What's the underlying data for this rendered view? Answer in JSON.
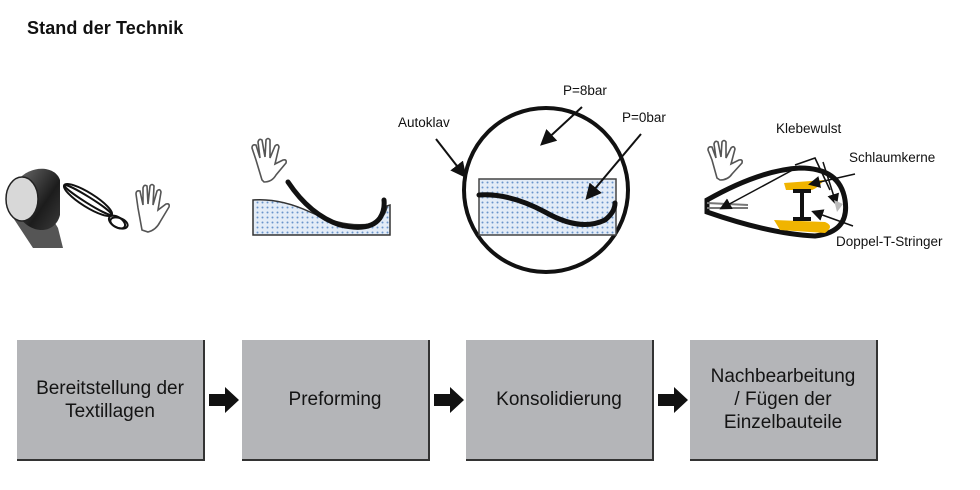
{
  "title": "Stand der Technik",
  "illustrations": {
    "stage1": {
      "icons": [
        "tape-roll-icon",
        "scissors-icon",
        "hand-icon"
      ]
    },
    "stage2": {
      "icons": [
        "hand-icon",
        "preform-mold-icon"
      ]
    },
    "stage3": {
      "labels": {
        "autoclave": "Autoklav",
        "pressure_outside": "P=8bar",
        "pressure_inside": "P=0bar"
      }
    },
    "stage4": {
      "labels": {
        "adhesive_bead": "Klebewulst",
        "tube_cores": "Schlaumkerne",
        "stringer": "Doppel-T-Stringer"
      }
    }
  },
  "colors": {
    "box_fill": "#b4b5b8",
    "mold_fill": "#dfe9f5",
    "mold_dots": "#6a95cc",
    "core_fill": "#f0b400"
  },
  "process_steps": [
    {
      "label": "Bereitstellung der\nTextillagen"
    },
    {
      "label": "Preforming"
    },
    {
      "label": "Konsolidierung"
    },
    {
      "label": "Nachbearbeitung\n/ Fügen der\nEinzelbauteile"
    }
  ]
}
